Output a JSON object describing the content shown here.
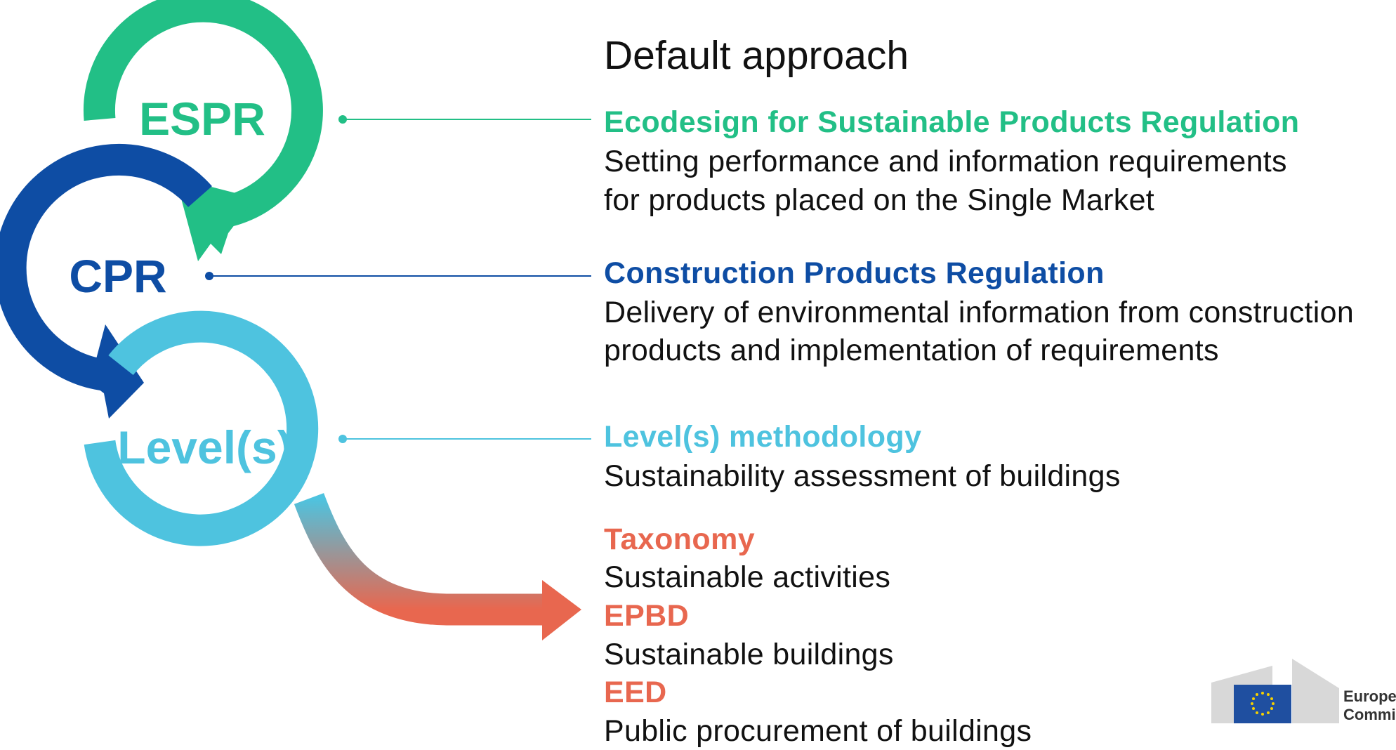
{
  "heading": "Default approach",
  "nodes": [
    {
      "label": "ESPR",
      "color": "#22BF86"
    },
    {
      "label": "CPR",
      "color": "#0E4DA4"
    },
    {
      "label": "Level(s)",
      "color": "#4EC3DF"
    }
  ],
  "end_arrow_color": "#E8674F",
  "sections": [
    {
      "title": "Ecodesign for Sustainable Products Regulation",
      "lines": [
        "Setting performance and information requirements",
        "for products placed on the Single Market"
      ],
      "color": "#22BF86"
    },
    {
      "title": "Construction Products Regulation",
      "lines": [
        "Delivery of environmental information from construction",
        "products and implementation of requirements"
      ],
      "color": "#0E4DA4"
    },
    {
      "title": "Level(s) methodology",
      "lines": [
        "Sustainability assessment of buildings"
      ],
      "color": "#4EC3DF"
    }
  ],
  "policies": [
    {
      "title": "Taxonomy",
      "line": "Sustainable activities"
    },
    {
      "title": "EPBD",
      "line": "Sustainable buildings"
    },
    {
      "title": "EED",
      "line": "Public procurement of buildings"
    }
  ],
  "policy_color": "#E8674F",
  "logo": {
    "text_line1": "Europe",
    "text_line2": "Commi",
    "icon": "eu-flag-icon"
  }
}
